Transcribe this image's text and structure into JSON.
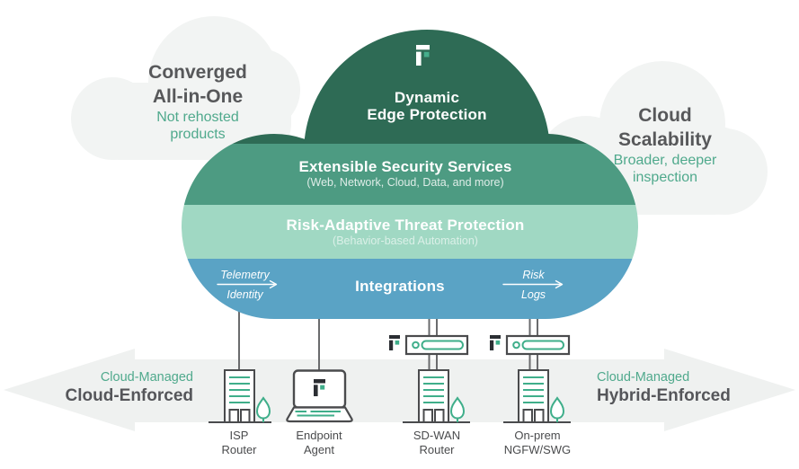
{
  "left_cloud": {
    "title_line1": "Converged",
    "title_line2": "All-in-One",
    "subtitle_line1": "Not rehosted",
    "subtitle_line2": "products"
  },
  "right_cloud": {
    "title_line1": "Cloud",
    "title_line2": "Scalability",
    "subtitle_line1": "Broader, deeper",
    "subtitle_line2": "inspection"
  },
  "platform": {
    "dome": {
      "logo_icon": "forcepoint-f-logo",
      "title_line1": "Dynamic",
      "title_line2": "Edge Protection"
    },
    "services_band": {
      "title": "Extensible Security Services",
      "subtitle": "(Web, Network, Cloud, Data, and more)"
    },
    "threat_band": {
      "title": "Risk-Adaptive Threat Protection",
      "subtitle": "(Behavior-based Automation)"
    },
    "integrations_band": {
      "title": "Integrations",
      "inbound_flow": {
        "label_top": "Telemetry",
        "label_bottom": "Identity",
        "icon": "arrow-right-icon"
      },
      "outbound_flow": {
        "label_top": "Risk",
        "label_bottom": "Logs",
        "icon": "arrow-right-icon"
      }
    }
  },
  "deployment_arrows": {
    "left": {
      "managed": "Cloud-Managed",
      "enforced": "Cloud-Enforced"
    },
    "right": {
      "managed": "Cloud-Managed",
      "enforced": "Hybrid-Enforced"
    }
  },
  "devices": [
    {
      "icon": "office-building-tree-icon",
      "label_line1": "ISP",
      "label_line2": "Router"
    },
    {
      "icon": "laptop-forcepoint-icon",
      "label_line1": "Endpoint",
      "label_line2": "Agent"
    },
    {
      "icon": "forcepoint-appliance-building-icon",
      "label_line1": "SD-WAN",
      "label_line2": "Router"
    },
    {
      "icon": "forcepoint-appliance-building-icon",
      "label_line1": "On-prem",
      "label_line2": "NGFW/SWG"
    }
  ],
  "colors": {
    "dome_green": "#2E6B55",
    "services_green": "#4D9B82",
    "threat_mint": "#A0D8C3",
    "integrations_blue": "#5AA3C5",
    "background_cloud": "#F2F4F3",
    "arrow_band_gray": "#EFF1F0",
    "accent_green": "#3FAE8A",
    "logo_dark": "#2B2E33",
    "text_dark": "#57585A",
    "text_green": "#4FA98C",
    "outline_dark": "#4A4B4D",
    "connector_gray": "#6A6B6D"
  }
}
